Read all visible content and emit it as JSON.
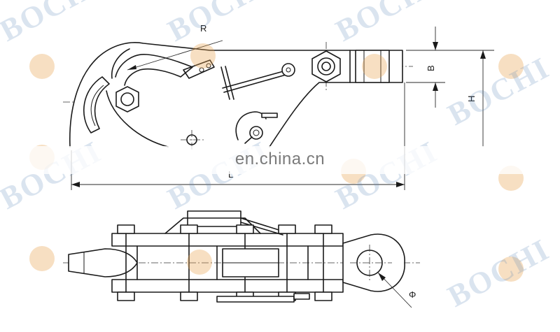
{
  "labels": {
    "R": "R",
    "B": "B",
    "H": "H",
    "L": "L",
    "phi": "Φ"
  },
  "watermark": {
    "brand": "BOCHI",
    "site": "en.china.cn"
  },
  "colors": {
    "line": "#1a1a1a",
    "watermark_text": "#5d86b8",
    "watermark_gear": "#e9a24f",
    "site_text": "#7a7a7a"
  },
  "icons": [
    "gear-icon"
  ]
}
